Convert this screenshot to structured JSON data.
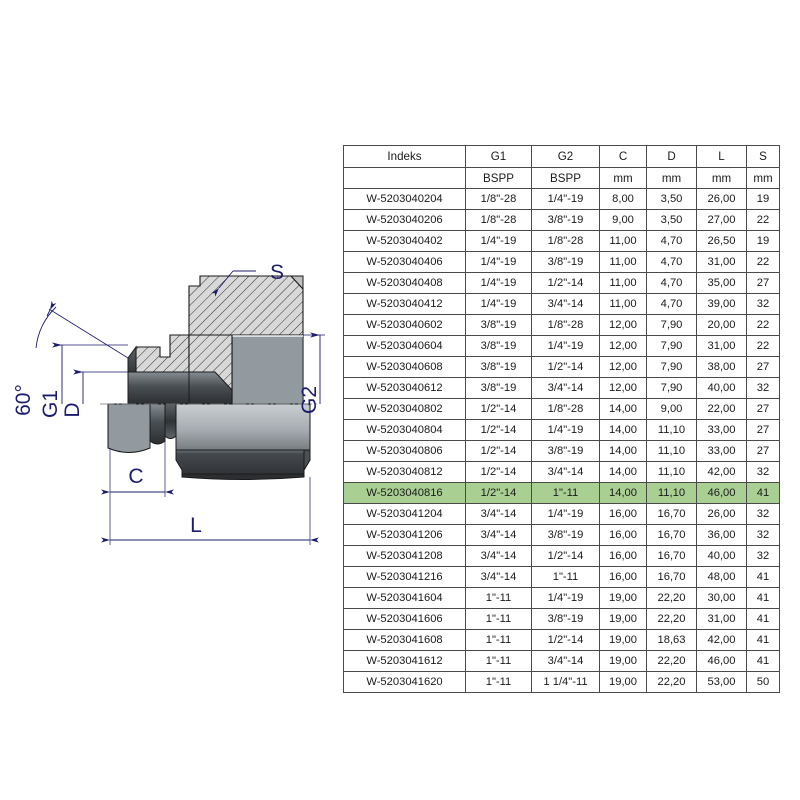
{
  "drawing": {
    "title": "hydraulic-adapter-cross-section",
    "labels": {
      "angle": "60°",
      "g1": "G1",
      "d": "D",
      "s": "S",
      "g2": "G2",
      "c": "C",
      "l": "L"
    },
    "colors": {
      "label_blue": "#1c1c6e",
      "hatch_gray": "#d4d4d4",
      "body_dark": "#3a3a3a",
      "outline": "#1a1a1a"
    }
  },
  "table": {
    "headers_main": [
      "Indeks",
      "G1",
      "G2",
      "C",
      "D",
      "L",
      "S"
    ],
    "headers_unit": [
      "",
      "BSPP",
      "BSPP",
      "mm",
      "mm",
      "mm",
      "mm"
    ],
    "highlight_color": "#a9cf93",
    "highlighted_index": "W-5203040816",
    "rows": [
      {
        "index": "W-5203040204",
        "g1": "1/8\"-28",
        "g2": "1/4\"-19",
        "c": "8,00",
        "d": "3,50",
        "l": "26,00",
        "s": "19",
        "highlight": false
      },
      {
        "index": "W-5203040206",
        "g1": "1/8\"-28",
        "g2": "3/8\"-19",
        "c": "9,00",
        "d": "3,50",
        "l": "27,00",
        "s": "22",
        "highlight": false
      },
      {
        "index": "W-5203040402",
        "g1": "1/4\"-19",
        "g2": "1/8\"-28",
        "c": "11,00",
        "d": "4,70",
        "l": "26,50",
        "s": "19",
        "highlight": false
      },
      {
        "index": "W-5203040406",
        "g1": "1/4\"-19",
        "g2": "3/8\"-19",
        "c": "11,00",
        "d": "4,70",
        "l": "31,00",
        "s": "22",
        "highlight": false
      },
      {
        "index": "W-5203040408",
        "g1": "1/4\"-19",
        "g2": "1/2\"-14",
        "c": "11,00",
        "d": "4,70",
        "l": "35,00",
        "s": "27",
        "highlight": false
      },
      {
        "index": "W-5203040412",
        "g1": "1/4\"-19",
        "g2": "3/4\"-14",
        "c": "11,00",
        "d": "4,70",
        "l": "39,00",
        "s": "32",
        "highlight": false
      },
      {
        "index": "W-5203040602",
        "g1": "3/8\"-19",
        "g2": "1/8\"-28",
        "c": "12,00",
        "d": "7,90",
        "l": "20,00",
        "s": "22",
        "highlight": false
      },
      {
        "index": "W-5203040604",
        "g1": "3/8\"-19",
        "g2": "1/4\"-19",
        "c": "12,00",
        "d": "7,90",
        "l": "31,00",
        "s": "22",
        "highlight": false
      },
      {
        "index": "W-5203040608",
        "g1": "3/8\"-19",
        "g2": "1/2\"-14",
        "c": "12,00",
        "d": "7,90",
        "l": "38,00",
        "s": "27",
        "highlight": false
      },
      {
        "index": "W-5203040612",
        "g1": "3/8\"-19",
        "g2": "3/4\"-14",
        "c": "12,00",
        "d": "7,90",
        "l": "40,00",
        "s": "32",
        "highlight": false
      },
      {
        "index": "W-5203040802",
        "g1": "1/2\"-14",
        "g2": "1/8\"-28",
        "c": "14,00",
        "d": "9,00",
        "l": "22,00",
        "s": "27",
        "highlight": false
      },
      {
        "index": "W-5203040804",
        "g1": "1/2\"-14",
        "g2": "1/4\"-19",
        "c": "14,00",
        "d": "11,10",
        "l": "33,00",
        "s": "27",
        "highlight": false
      },
      {
        "index": "W-5203040806",
        "g1": "1/2\"-14",
        "g2": "3/8\"-19",
        "c": "14,00",
        "d": "11,10",
        "l": "33,00",
        "s": "27",
        "highlight": false
      },
      {
        "index": "W-5203040812",
        "g1": "1/2\"-14",
        "g2": "3/4\"-14",
        "c": "14,00",
        "d": "11,10",
        "l": "42,00",
        "s": "32",
        "highlight": false
      },
      {
        "index": "W-5203040816",
        "g1": "1/2\"-14",
        "g2": "1\"-11",
        "c": "14,00",
        "d": "11,10",
        "l": "46,00",
        "s": "41",
        "highlight": true
      },
      {
        "index": "W-5203041204",
        "g1": "3/4\"-14",
        "g2": "1/4\"-19",
        "c": "16,00",
        "d": "16,70",
        "l": "26,00",
        "s": "32",
        "highlight": false
      },
      {
        "index": "W-5203041206",
        "g1": "3/4\"-14",
        "g2": "3/8\"-19",
        "c": "16,00",
        "d": "16,70",
        "l": "36,00",
        "s": "32",
        "highlight": false
      },
      {
        "index": "W-5203041208",
        "g1": "3/4\"-14",
        "g2": "1/2\"-14",
        "c": "16,00",
        "d": "16,70",
        "l": "40,00",
        "s": "32",
        "highlight": false
      },
      {
        "index": "W-5203041216",
        "g1": "3/4\"-14",
        "g2": "1\"-11",
        "c": "16,00",
        "d": "16,70",
        "l": "48,00",
        "s": "41",
        "highlight": false
      },
      {
        "index": "W-5203041604",
        "g1": "1\"-11",
        "g2": "1/4\"-19",
        "c": "19,00",
        "d": "22,20",
        "l": "30,00",
        "s": "41",
        "highlight": false
      },
      {
        "index": "W-5203041606",
        "g1": "1\"-11",
        "g2": "3/8\"-19",
        "c": "19,00",
        "d": "22,20",
        "l": "31,00",
        "s": "41",
        "highlight": false
      },
      {
        "index": "W-5203041608",
        "g1": "1\"-11",
        "g2": "1/2\"-14",
        "c": "19,00",
        "d": "18,63",
        "l": "42,00",
        "s": "41",
        "highlight": false
      },
      {
        "index": "W-5203041612",
        "g1": "1\"-11",
        "g2": "3/4\"-14",
        "c": "19,00",
        "d": "22,20",
        "l": "46,00",
        "s": "41",
        "highlight": false
      },
      {
        "index": "W-5203041620",
        "g1": "1\"-11",
        "g2": "1 1/4\"-11",
        "c": "19,00",
        "d": "22,20",
        "l": "53,00",
        "s": "50",
        "highlight": false
      }
    ]
  }
}
